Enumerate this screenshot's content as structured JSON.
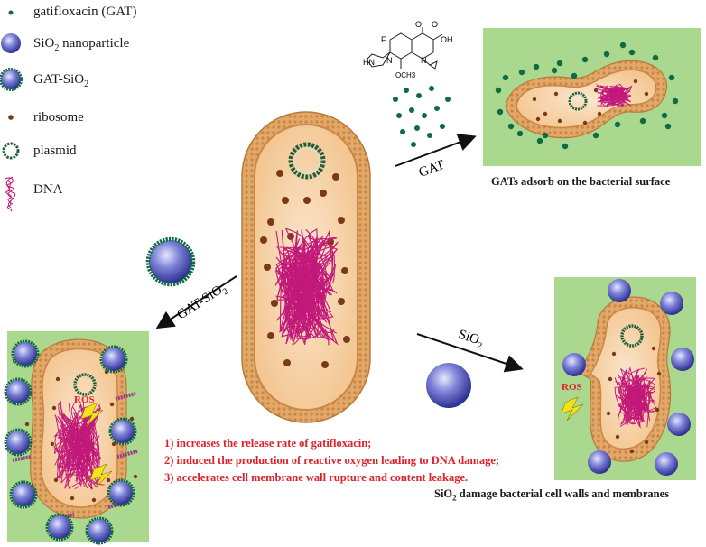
{
  "legend": {
    "gat": "gatifloxacin (GAT)",
    "sio2_prefix": "SiO",
    "sio2_sub": "2",
    "sio2_suffix": " nanoparticle",
    "gatsio2_prefix": "GAT-SiO",
    "gatsio2_sub": "2",
    "ribosome": "ribosome",
    "plasmid": "plasmid",
    "dna": "DNA"
  },
  "molecule": {
    "f": "F",
    "oh": "OH",
    "o1": "O",
    "o2": "O",
    "n1": "N",
    "n2": "N",
    "hn": "HN",
    "och3": "OCH3"
  },
  "arrows": {
    "gat": "GAT",
    "gatsio2_prefix": "GAT-SiO",
    "gatsio2_sub": "2",
    "sio2_prefix": "SiO",
    "sio2_sub": "2"
  },
  "captions": {
    "gat_adsorb": "GATs adsorb on the bacterial surface",
    "sio2_damage_prefix": "SiO",
    "sio2_damage_sub": "2",
    "sio2_damage_suffix": " damage bacterial cell walls and membranes"
  },
  "ros_left": "ROS",
  "ros_right": "ROS",
  "effects": [
    "1) increases the release rate of gatifloxacin;",
    "2) induced the production of reactive oxygen leading to DNA damage;",
    "3) accelerates cell membrane wall rupture and content leakage."
  ],
  "colors": {
    "panel_green": "#a9d88e",
    "cell_fill": "#f7d3a6",
    "membrane": "#d89a5a",
    "ribosome": "#7a3a16",
    "dna": "#c2187a",
    "plasmid": "#1f5f3a",
    "nanoparticle": "#4b4fb0",
    "gat_dot": "#0e6b44",
    "effect_red": "#e0202a"
  }
}
